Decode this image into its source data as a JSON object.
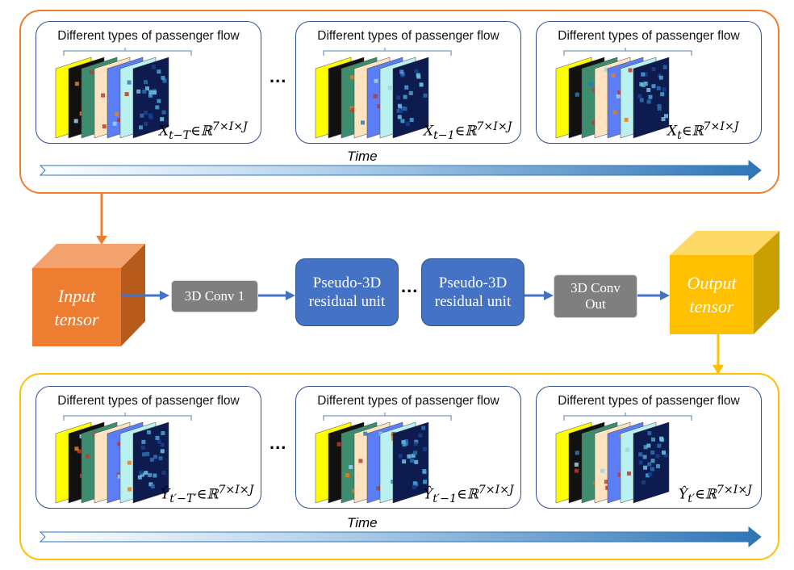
{
  "top_group": {
    "border_color": "#ed7d31",
    "panels": [
      {
        "title": "Different types of passenger flow",
        "label": "X_{t−T}∈ℝ^{7×I×J}"
      },
      {
        "title": "Different types of passenger flow",
        "label": "X_{t−1}∈ℝ^{7×I×J}"
      },
      {
        "title": "Different types of passenger flow",
        "label": "X_t∈ℝ^{7×I×J}"
      }
    ],
    "ellipsis": "...",
    "time_label": "Time"
  },
  "middle": {
    "input_cube": {
      "line1": "Input",
      "line2": "tensor",
      "color": "#ed7d31"
    },
    "conv1": "3D Conv 1",
    "p3d_1": {
      "line1": "Pseudo-3D",
      "line2": "residual unit"
    },
    "ellipsis": "...",
    "p3d_2": {
      "line1": "Pseudo-3D",
      "line2": "residual unit"
    },
    "conv_out": {
      "line1": "3D Conv",
      "line2": "Out"
    },
    "output_cube": {
      "line1": "Output",
      "line2": "tensor",
      "color": "#ffc000"
    }
  },
  "bottom_group": {
    "border_color": "#ffc000",
    "panels": [
      {
        "title": "Different types of passenger flow",
        "label": "Ŷ_{t′−T′}∈ℝ^{7×I×J}"
      },
      {
        "title": "Different types of passenger flow",
        "label": "Ŷ_{t′−1}∈ℝ^{7×I×J}"
      },
      {
        "title": "Different types of passenger flow",
        "label": "Ŷ_{t′}∈ℝ^{7×I×J}"
      }
    ],
    "ellipsis": "...",
    "time_label": "Time"
  },
  "labels_render": {
    "top": [
      "X<sub>t−T</sub>∈ℝ<sup>7×I×J</sup>",
      "X<sub>t−1</sub>∈ℝ<sup>7×I×J</sup>",
      "X<sub>t</sub>∈ℝ<sup>7×I×J</sup>"
    ],
    "bottom": [
      "Ŷ<sub>t′−T′</sub>∈ℝ<sup>7×I×J</sup>",
      "Ŷ<sub>t′−1</sub>∈ℝ<sup>7×I×J</sup>",
      "Ŷ<sub>t′</sub>∈ℝ<sup>7×I×J</sup>"
    ]
  },
  "layer_colors": [
    "#ffff00",
    "#111111",
    "#3d8c6e",
    "#fde3c0",
    "#5b7df5",
    "#b8f1f0",
    "#0d1b4f"
  ]
}
